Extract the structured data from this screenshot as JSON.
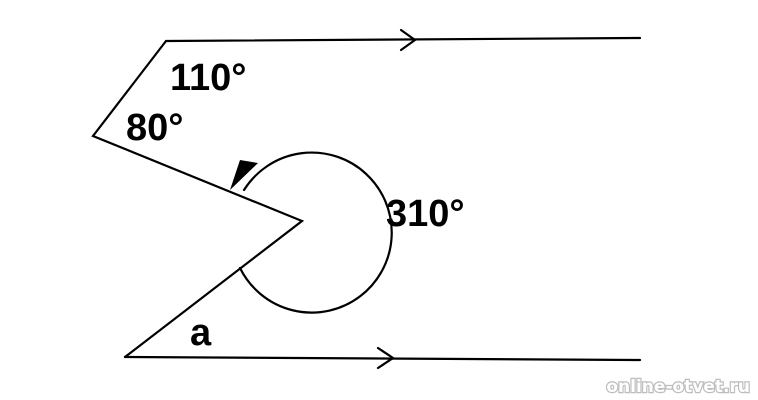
{
  "diagram": {
    "labels": {
      "top_angle": "110°",
      "left_angle": "80°",
      "reflex_angle": "310°",
      "bottom_angle": "a"
    },
    "watermark": "online-otvet.ru"
  },
  "colors": {
    "line": "#000000",
    "background": "#ffffff",
    "watermark_outline": "#bdbdbd"
  }
}
